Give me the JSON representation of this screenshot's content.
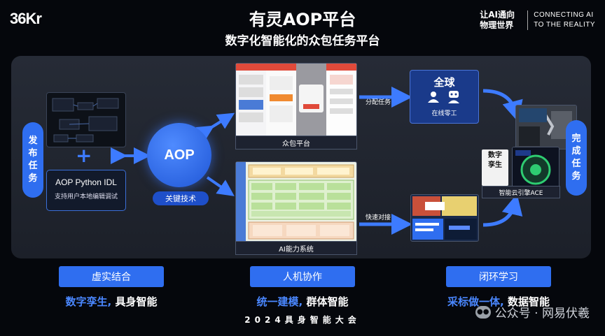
{
  "header": {
    "logo": "36Kr",
    "title": "有灵AOP平台",
    "subtitle": "数字化智能化的众包任务平台",
    "brand_cn_line1": "让AI通向",
    "brand_cn_line2": "物理世界",
    "brand_en_line1": "CONNECTING AI",
    "brand_en_line2": "TO THE REALITY"
  },
  "diagram": {
    "publish_task": "发布任务",
    "complete_task": "完成任务",
    "plus": "+",
    "idl_title": "AOP Python IDL",
    "idl_sub": "支持用户本地编辑调试",
    "aop": "AOP",
    "key_tech": "关键技术",
    "crowd_platform": "众包平台",
    "ai_capability": "AI能力系统",
    "assign_task": "分配任务",
    "quick_connect": "快速对接",
    "global": "全球",
    "online_workers": "在线零工",
    "digital_twin": "数字孪生",
    "smart_cloud_engine": "智能云引擎ACE"
  },
  "bottom": {
    "btn1": "虚实结合",
    "btn2": "人机协作",
    "btn3": "闭环学习",
    "line1_a": "数字孪生,",
    "line1_b": "具身智能",
    "line2_a": "统一建模,",
    "line2_b": "群体智能",
    "line3_a": "采标做一体,",
    "line3_b": "数据智能"
  },
  "footer": "2024具身智能大会",
  "watermark": "公众号 · 网易伏羲",
  "colors": {
    "accent": "#2f6ef0",
    "panel": "#242935",
    "highlight_text": "#4a87ff"
  }
}
